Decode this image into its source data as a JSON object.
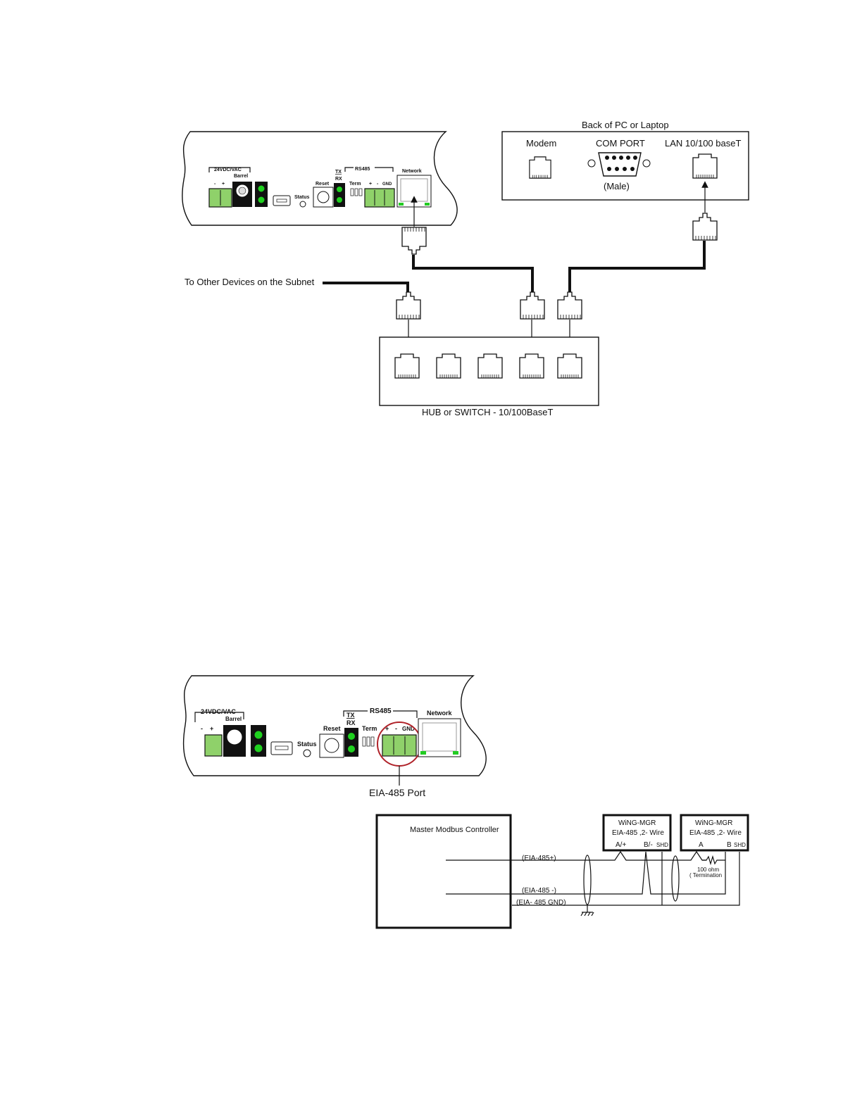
{
  "network_diagram": {
    "pc_back_title": "Back of PC or Laptop",
    "modem_label": "Modem",
    "com_port_label": "COM PORT",
    "com_port_sub": "(Male)",
    "lan_label": "LAN 10/100 baseT",
    "subnet_label": "To Other Devices on the Subnet",
    "hub_label": "HUB or SWITCH  - 10/100BaseT",
    "device": {
      "power_label": "24VDC/VAC",
      "barrel_label": "Barrel",
      "minus": "-",
      "plus": "+",
      "status_label": "Status",
      "reset_label": "Reset",
      "tx_label": "TX",
      "rx_label": "RX",
      "rs485_label": "RS485",
      "term_label": "Term",
      "gnd_label": "GND",
      "network_label": "Network"
    }
  },
  "eia_diagram": {
    "device": {
      "power_label": "24VDC/VAC",
      "barrel_label": "Barrel",
      "minus": "-",
      "plus": "+",
      "status_label": "Status",
      "reset_label": "Reset",
      "tx_label": "TX",
      "rx_label": "RX",
      "rs485_label": "RS485",
      "term_label": "Term",
      "gnd_label": "GND",
      "network_label": "Network"
    },
    "port_label": "EIA-485 Port",
    "master_label": "Master Modbus Controller",
    "line_plus": "(EIA-485+)",
    "line_minus": "(EIA-485 -)",
    "line_gnd": "(EIA- 485 GND)",
    "node1": {
      "title": "WiNG-MGR",
      "sub": "EIA-485 ,2- Wire",
      "a": "A/+",
      "b": "B/-",
      "shd": "SHD"
    },
    "node2": {
      "title": "WiNG-MGR",
      "sub": "EIA-485 ,2- Wire",
      "a": "A",
      "b": "B",
      "shd": "SHD"
    },
    "resistor_value": "100 ohm",
    "resistor_note": "(  Termination"
  }
}
